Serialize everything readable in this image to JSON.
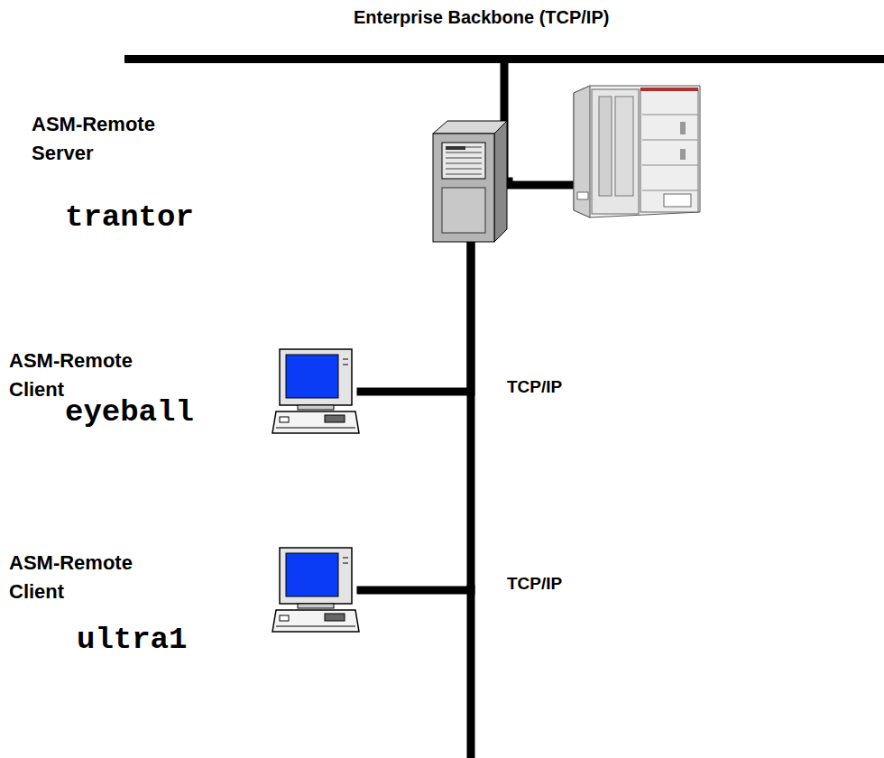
{
  "diagram": {
    "nodes": [
      {
        "text": [
          "Enterprise Backbone (TCP/IP)"
        ]
      },
      {
        "text": [
          "ASM-Remote Server",
          "trantor"
        ]
      },
      {
        "text": [
          "ASM-Remote Client",
          "eyeball"
        ]
      },
      {
        "text": [
          "ASM-Remote Client",
          "ultra1"
        ]
      }
    ],
    "edges": [
      {
        "from": 1,
        "to": 0,
        "arrow": "none"
      },
      {
        "from": 2,
        "to": 1,
        "arrow": "none"
      },
      {
        "from": 3,
        "to": 1,
        "arrow": "none"
      }
    ],
    "labels": [
      "TCP/IP",
      "TCP/IP"
    ]
  }
}
